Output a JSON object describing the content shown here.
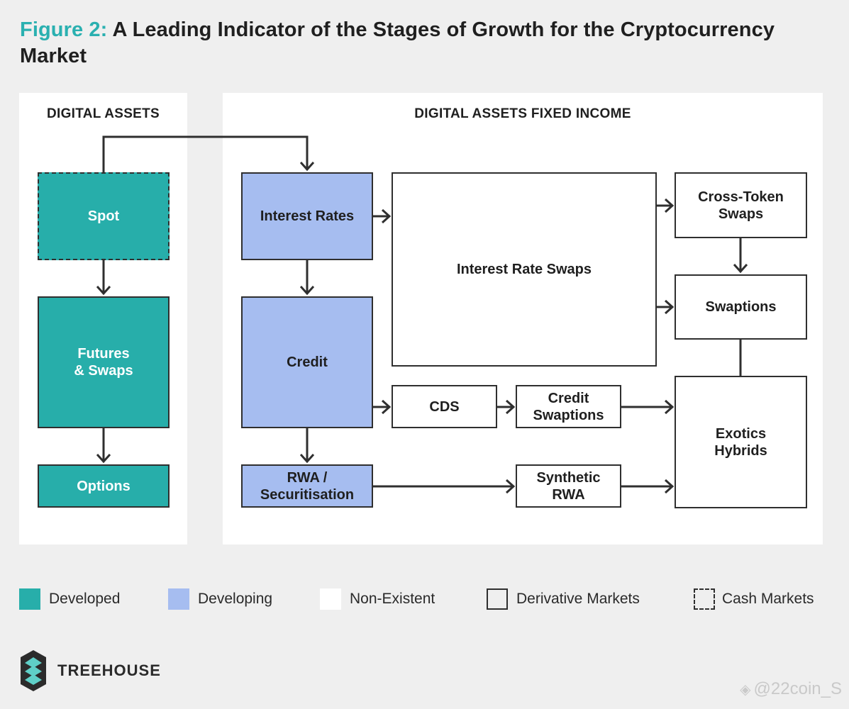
{
  "title": {
    "figure_label": "Figure 2:",
    "text": "A Leading Indicator of the Stages of Growth for the Cryptocurrency Market"
  },
  "panels": {
    "left_heading": "DIGITAL ASSETS",
    "right_heading": "DIGITAL ASSETS FIXED INCOME"
  },
  "nodes": {
    "spot": "Spot",
    "futures_swaps": "Futures\n& Swaps",
    "options": "Options",
    "interest_rates": "Interest Rates",
    "credit": "Credit",
    "rwa": "RWA /\nSecuritisation",
    "interest_rate_swaps": "Interest Rate Swaps",
    "cross_token_swaps": "Cross-Token\nSwaps",
    "swaptions": "Swaptions",
    "cds": "CDS",
    "credit_swaptions": "Credit\nSwaptions",
    "exotics_hybrids": "Exotics\nHybrids",
    "synthetic_rwa": "Synthetic\nRWA"
  },
  "legend": {
    "developed": "Developed",
    "developing": "Developing",
    "non_existent": "Non-Existent",
    "derivative_markets": "Derivative Markets",
    "cash_markets": "Cash Markets"
  },
  "colors": {
    "developed": "#27aeaa",
    "developing": "#a6bdf0",
    "non_existent": "#ffffff",
    "title_accent": "#2ab0b0"
  },
  "brand": {
    "name": "TREEHOUSE",
    "icon": "treehouse-logo-icon"
  },
  "watermark": {
    "text": "@22coin_S"
  }
}
